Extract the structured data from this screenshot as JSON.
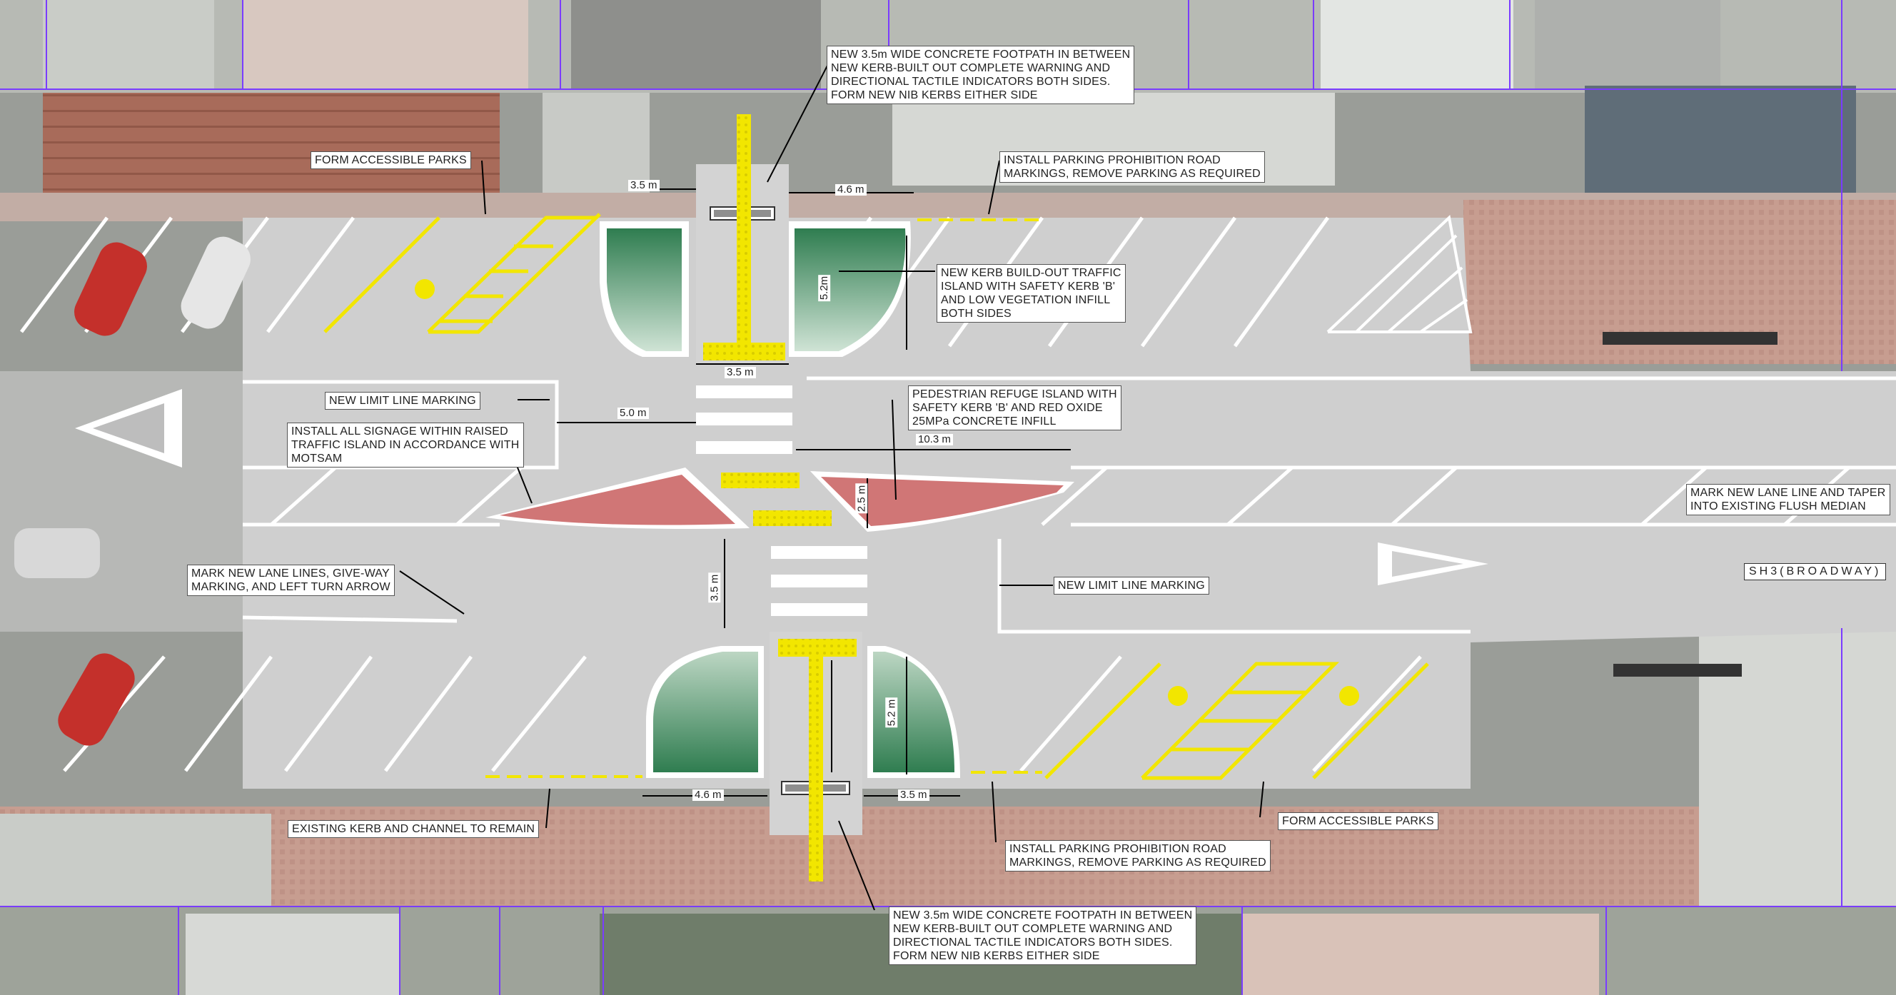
{
  "annotations": {
    "footpath_top": "NEW 3.5m WIDE CONCRETE FOOTPATH IN BETWEEN\nNEW KERB-BUILT OUT COMPLETE WARNING AND\nDIRECTIONAL TACTILE INDICATORS BOTH SIDES.\nFORM NEW NIB KERBS EITHER SIDE",
    "accessible_parks_top": "FORM ACCESSIBLE PARKS",
    "parking_prohibition_top": "INSTALL PARKING PROHIBITION ROAD\nMARKINGS, REMOVE PARKING AS REQUIRED",
    "kerb_buildout": "NEW KERB BUILD-OUT TRAFFIC\nISLAND WITH SAFETY KERB 'B'\nAND LOW VEGETATION INFILL\nBOTH SIDES",
    "limit_line_left": "NEW LIMIT LINE MARKING",
    "signage": "INSTALL ALL SIGNAGE WITHIN RAISED\nTRAFFIC ISLAND IN ACCORDANCE WITH\nMOTSAM",
    "refuge_island": "PEDESTRIAN REFUGE ISLAND WITH\nSAFETY KERB 'B' AND RED OXIDE\n25MPa CONCRETE INFILL",
    "lane_taper": "MARK NEW LANE LINE AND TAPER\nINTO EXISTING FLUSH MEDIAN",
    "lane_lines": "MARK NEW LANE LINES, GIVE-WAY\nMARKING, AND LEFT TURN ARROW",
    "limit_line_right": "NEW LIMIT LINE MARKING",
    "existing_kerb": "EXISTING KERB AND CHANNEL TO REMAIN",
    "parking_prohibition_bottom": "INSTALL PARKING PROHIBITION ROAD\nMARKINGS, REMOVE PARKING AS REQUIRED",
    "accessible_parks_bottom": "FORM ACCESSIBLE PARKS",
    "footpath_bottom": "NEW 3.5m WIDE CONCRETE FOOTPATH IN BETWEEN\nNEW KERB-BUILT OUT COMPLETE WARNING AND\nDIRECTIONAL TACTILE INDICATORS BOTH SIDES.\nFORM NEW NIB KERBS EITHER SIDE"
  },
  "dimensions": {
    "top_left_width": "3.5 m",
    "top_right_width": "4.6 m",
    "top_island_height": "5.2m",
    "top_footpath_width": "3.5 m",
    "limit_offset": "5.0 m",
    "refuge_length": "10.3 m",
    "refuge_height": "2.5 m",
    "lane_offset": "3.5 m",
    "bottom_island_height": "5.2 m",
    "bottom_left_width": "4.6 m",
    "bottom_right_width": "3.5 m"
  },
  "road_name": "SH3(BROADWAY)",
  "colors": {
    "road": "#cfcfcf",
    "island_green": "#3f8a5e",
    "refuge_red": "#d07676",
    "yellow_marking": "#f2e600",
    "property_line": "#7a3cff"
  }
}
